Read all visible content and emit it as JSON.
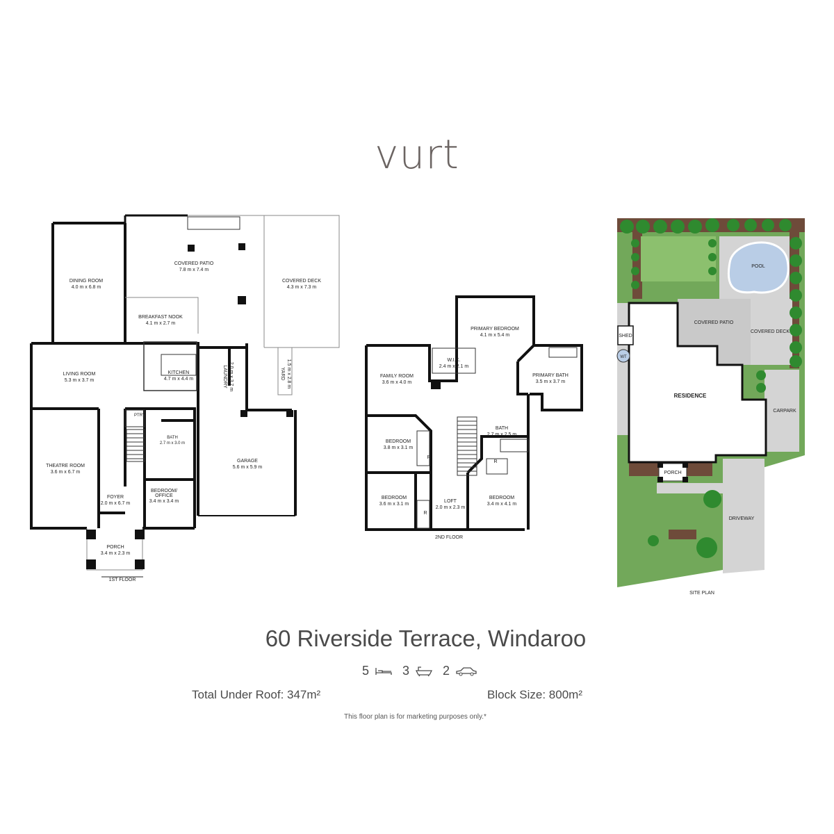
{
  "brand": {
    "logo_text": "vurt"
  },
  "first_floor": {
    "caption": "1ST FLOOR",
    "rooms": [
      {
        "name": "DINING ROOM",
        "size": "4.0 m x 6.8 m"
      },
      {
        "name": "COVERED PATIO",
        "size": "7.8 m x 7.4 m"
      },
      {
        "name": "COVERED DECK",
        "size": "4.3 m x 7.3 m"
      },
      {
        "name": "BREAKFAST NOOK",
        "size": "4.1 m x 2.7 m"
      },
      {
        "name": "LIVING ROOM",
        "size": "5.3 m x 3.7 m"
      },
      {
        "name": "KITCHEN",
        "size": "4.7 m x 4.4 m"
      },
      {
        "name": "LAUNDRY",
        "size": "2.0 m x 3.7 m"
      },
      {
        "name": "YARD",
        "size": "1.5 m x 2.8 m"
      },
      {
        "name": "BATH",
        "size": "2.7 m x 3.0 m"
      },
      {
        "name": "GARAGE",
        "size": "5.6 m x 5.9 m"
      },
      {
        "name": "THEATRE ROOM",
        "size": "3.6 m x 6.7 m"
      },
      {
        "name": "FOYER",
        "size": "2.0 m x 6.7 m"
      },
      {
        "name": "BEDROOM/",
        "name2": "OFFICE",
        "size": "3.4 m x 3.4 m"
      },
      {
        "name": "PORCH",
        "size": "3.4 m x 2.3 m"
      }
    ],
    "pantry_label": "PTRY"
  },
  "second_floor": {
    "caption": "2ND FLOOR",
    "rooms": [
      {
        "name": "PRIMARY BEDROOM",
        "size": "4.1 m x 5.4 m"
      },
      {
        "name": "W.I.C.",
        "size": "2.4 m x 2.1 m"
      },
      {
        "name": "FAMILY ROOM",
        "size": "3.6 m x 4.0 m"
      },
      {
        "name": "PRIMARY BATH",
        "size": "3.5 m x 3.7 m"
      },
      {
        "name": "BEDROOM",
        "size": "3.8 m x 3.1 m"
      },
      {
        "name": "BATH",
        "size": "2.7 m x 2.5 m"
      },
      {
        "name": "BEDROOM",
        "size": "3.6 m x 3.1 m"
      },
      {
        "name": "LOFT",
        "size": "2.0 m x 2.3 m"
      },
      {
        "name": "BEDROOM",
        "size": "3.4 m x 4.1 m"
      }
    ],
    "robe_label": "R"
  },
  "site_plan": {
    "caption": "SITE PLAN",
    "labels": {
      "pool": "POOL",
      "covered_patio": "COVERED PATIO",
      "covered_deck": "COVERED DECK",
      "shed": "SHED",
      "wt": "WT",
      "residence": "RESIDENCE",
      "carpark": "CARPARK",
      "porch": "PORCH",
      "driveway": "DRIVEWAY"
    },
    "colors": {
      "lawn": "#72a85a",
      "lawn_light": "#8cc06e",
      "paving": "#d4d4d4",
      "pool": "#b9cde6",
      "garden_bed": "#6e4b3a",
      "tree": "#2f8a2f"
    }
  },
  "property": {
    "address": "60 Riverside Terrace, Windaroo",
    "bedrooms": "5",
    "bathrooms": "3",
    "car_spaces": "2",
    "total_under_roof": "Total Under Roof: 347m²",
    "block_size": "Block Size: 800m²",
    "disclaimer": "This floor plan is for marketing purposes only.*"
  }
}
